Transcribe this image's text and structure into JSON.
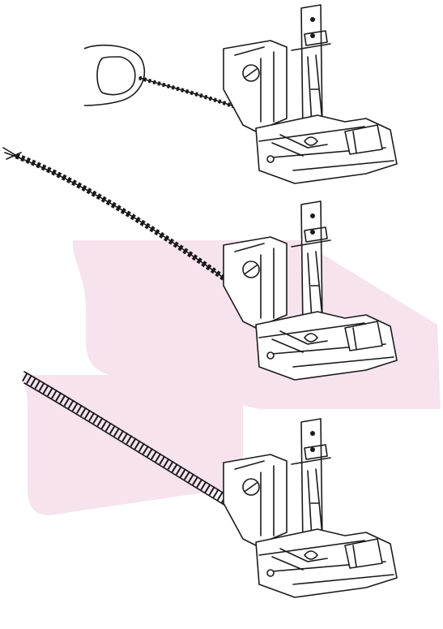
{
  "colors": {
    "fabric": "#f6e3ee",
    "line": "#1a1a1a",
    "background": "#ffffff"
  },
  "panels": [
    {
      "id": "step-1",
      "fabric": false,
      "finger": true,
      "thread_style": "loose-twist"
    },
    {
      "id": "step-2",
      "fabric": true,
      "finger": false,
      "thread_style": "loose-twist"
    },
    {
      "id": "step-3",
      "fabric": true,
      "finger": false,
      "thread_style": "tight-chain"
    }
  ]
}
